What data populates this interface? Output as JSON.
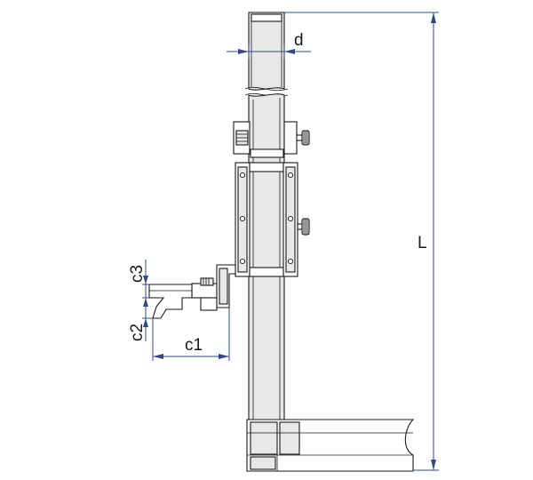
{
  "labels": {
    "d": "d",
    "L": "L",
    "c1": "c1",
    "c2": "c2",
    "c3": "c3"
  },
  "colors": {
    "dimension": "#2e4a8c",
    "outline": "#1a1a1a",
    "shade": "#e8e8e8"
  }
}
